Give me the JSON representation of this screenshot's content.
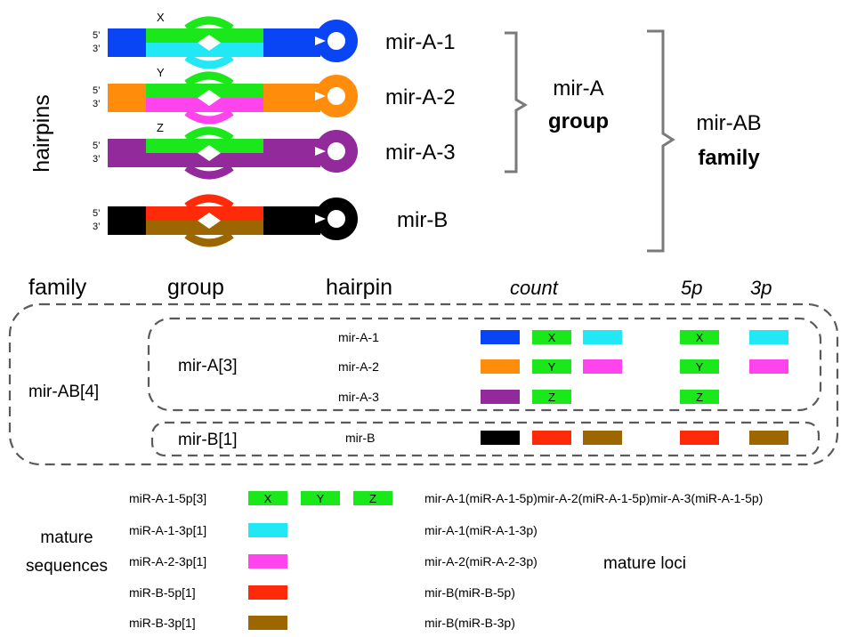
{
  "colors": {
    "mirA1": "#0a45f5",
    "mirA2": "#ff8c0a",
    "mirA3": "#922a9c",
    "mirB": "#000000",
    "green": "#1be81b",
    "cyan": "#22e8f5",
    "magenta": "#ff44ee",
    "red": "#ff2a0a",
    "brown": "#9c6600"
  },
  "hairpins_label": "hairpins",
  "strand_5": "5’",
  "strand_3": "3’",
  "hairpins": [
    {
      "marker": "X",
      "name": "mir-A-1",
      "body": "mirA1",
      "top": "green",
      "bottom": "cyan"
    },
    {
      "marker": "Y",
      "name": "mir-A-2",
      "body": "mirA2",
      "top": "green",
      "bottom": "magenta"
    },
    {
      "marker": "Z",
      "name": "mir-A-3",
      "body": "mirA3",
      "top": "green",
      "bottom": "mirA3"
    },
    {
      "marker": "",
      "name": "mir-B",
      "body": "mirB",
      "top": "red",
      "bottom": "brown"
    }
  ],
  "group_line1": "mir-A",
  "group_line2": "group",
  "family_line1": "mir-AB",
  "family_line2": "family",
  "headers": {
    "family": "family",
    "group": "group",
    "hairpin": "hairpin",
    "count": "count",
    "p5": "5p",
    "p3": "3p"
  },
  "table": {
    "family": "mir-AB[4]",
    "group_a": "mir-A[3]",
    "group_b": "mir-B[1]",
    "rows": [
      {
        "hairpin": "mir-A-1",
        "count": [
          {
            "c": "mirA1",
            "t": ""
          },
          {
            "c": "green",
            "t": "X"
          },
          {
            "c": "cyan",
            "t": ""
          }
        ],
        "p5": {
          "c": "green",
          "t": "X"
        },
        "p3": {
          "c": "cyan",
          "t": ""
        }
      },
      {
        "hairpin": "mir-A-2",
        "count": [
          {
            "c": "mirA2",
            "t": ""
          },
          {
            "c": "green",
            "t": "Y"
          },
          {
            "c": "magenta",
            "t": ""
          }
        ],
        "p5": {
          "c": "green",
          "t": "Y"
        },
        "p3": {
          "c": "magenta",
          "t": ""
        }
      },
      {
        "hairpin": "mir-A-3",
        "count": [
          {
            "c": "mirA3",
            "t": ""
          },
          {
            "c": "green",
            "t": "Z"
          }
        ],
        "p5": {
          "c": "green",
          "t": "Z"
        },
        "p3": null
      },
      {
        "hairpin": "mir-B",
        "count": [
          {
            "c": "mirB",
            "t": ""
          },
          {
            "c": "red",
            "t": ""
          },
          {
            "c": "brown",
            "t": ""
          }
        ],
        "p5": {
          "c": "red",
          "t": ""
        },
        "p3": {
          "c": "brown",
          "t": ""
        }
      }
    ]
  },
  "mature_label_line1": "mature",
  "mature_label_line2": "sequences",
  "mature_loci_label": "mature loci",
  "mature": [
    {
      "name": "miR-A-1-5p[3]",
      "swatches": [
        {
          "c": "green",
          "t": "X"
        },
        {
          "c": "green",
          "t": "Y"
        },
        {
          "c": "green",
          "t": "Z"
        }
      ],
      "loci": "mir-A-1(miR-A-1-5p)mir-A-2(miR-A-1-5p)mir-A-3(miR-A-1-5p)"
    },
    {
      "name": "miR-A-1-3p[1]",
      "swatches": [
        {
          "c": "cyan",
          "t": ""
        }
      ],
      "loci": "mir-A-1(miR-A-1-3p)"
    },
    {
      "name": "miR-A-2-3p[1]",
      "swatches": [
        {
          "c": "magenta",
          "t": ""
        }
      ],
      "loci": "mir-A-2(miR-A-2-3p)"
    },
    {
      "name": "miR-B-5p[1]",
      "swatches": [
        {
          "c": "red",
          "t": ""
        }
      ],
      "loci": "mir-B(miR-B-5p)"
    },
    {
      "name": "miR-B-3p[1]",
      "swatches": [
        {
          "c": "brown",
          "t": ""
        }
      ],
      "loci": "mir-B(miR-B-3p)"
    }
  ]
}
